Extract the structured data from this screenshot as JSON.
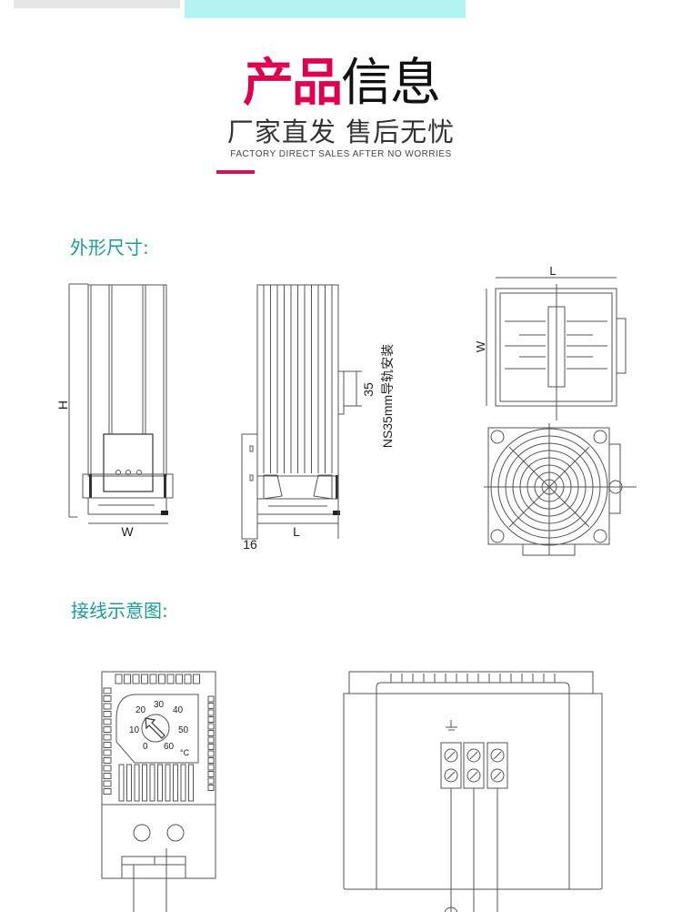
{
  "header": {
    "title_highlight": "产品",
    "title_rest": "信息",
    "subtitle": "厂家直发 售后无忧",
    "subtitle_en": "FACTORY DIRECT SALES AFTER NO WORRIES"
  },
  "colors": {
    "accent": "#e0004d",
    "section": "#1a9c98",
    "top_bar": "#b2f4f2"
  },
  "dimensions": {
    "heading": "外形尺寸:",
    "front_h": "H",
    "front_w": "W",
    "side_l": "L",
    "side_16": "16",
    "side_35": "35",
    "rail_note": "NS35mm导轨安装",
    "top_l": "L",
    "top_w": "W"
  },
  "wiring": {
    "heading": "接线示意图:",
    "dial_labels": [
      "20",
      "30",
      "40",
      "10",
      "50",
      "0",
      "60"
    ],
    "unit": "°C"
  }
}
